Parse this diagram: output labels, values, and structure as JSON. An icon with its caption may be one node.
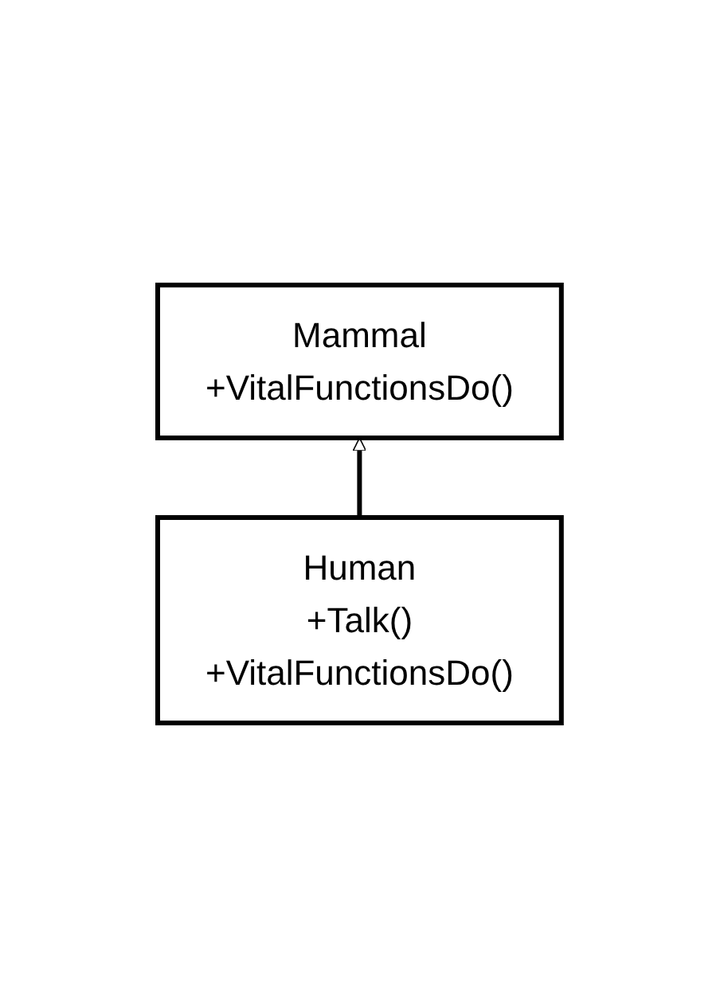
{
  "diagram": {
    "nodes": [
      {
        "text": [
          "Mammal",
          "+VitalFunctionsDo()"
        ]
      },
      {
        "text": [
          "Human",
          "+Talk()",
          "+VitalFunctionsDo()"
        ]
      }
    ],
    "edges": [
      {
        "from": 1,
        "to": 0,
        "arrow": "to"
      }
    ]
  }
}
